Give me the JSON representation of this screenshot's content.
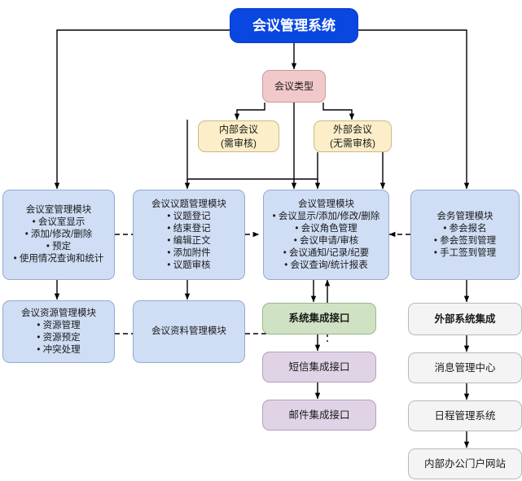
{
  "diagram": {
    "title": "会议管理系统",
    "type": "flowchart",
    "colors": {
      "root": "#0a46e0",
      "meeting_type": "#f2c9cb",
      "meeting_kind": "#fbeec9",
      "module": "#cfdef5",
      "integration": "#cfe3c4",
      "channel": "#e0d3e6",
      "external": "#f4f4f4"
    }
  },
  "nodes": {
    "root": {
      "label": "会议管理系统"
    },
    "meeting_type": {
      "label": "会议类型"
    },
    "internal_meeting": {
      "line1": "内部会议",
      "line2": "(需审核)"
    },
    "external_meeting": {
      "line1": "外部会议",
      "line2": "(无需审核)"
    },
    "room_module": {
      "title": "会议室管理模块",
      "items": [
        "• 会议室显示",
        "• 添加/修改/删除",
        "• 预定",
        "• 使用情况查询和统计"
      ]
    },
    "topic_module": {
      "title": "会议议题管理模块",
      "items": [
        "• 议题登记",
        "• 结束登记",
        "• 编辑正文",
        "• 添加附件",
        "• 议题审核"
      ]
    },
    "meeting_module": {
      "title": "会议管理模块",
      "items": [
        "• 会议显示/添加/修改/删除",
        "• 会议角色管理",
        "• 会议申请/审核",
        "• 会议通知/记录/纪要",
        "• 会议查询/统计报表"
      ]
    },
    "affairs_module": {
      "title": "会务管理模块",
      "items": [
        "• 参会报名",
        "• 参会签到管理",
        "• 手工签到管理"
      ]
    },
    "resource_module": {
      "title": "会议资源管理模块",
      "items": [
        "• 资源管理",
        "• 资源预定",
        "• 冲突处理"
      ]
    },
    "material_module": {
      "title": "会议资料管理模块"
    },
    "integration_api": {
      "label": "系统集成接口"
    },
    "sms_api": {
      "label": "短信集成接口"
    },
    "mail_api": {
      "label": "邮件集成接口"
    },
    "external_integration": {
      "label": "外部系统集成"
    },
    "message_center": {
      "label": "消息管理中心"
    },
    "schedule_system": {
      "label": "日程管理系统"
    },
    "portal_site": {
      "label": "内部办公门户网站"
    }
  }
}
